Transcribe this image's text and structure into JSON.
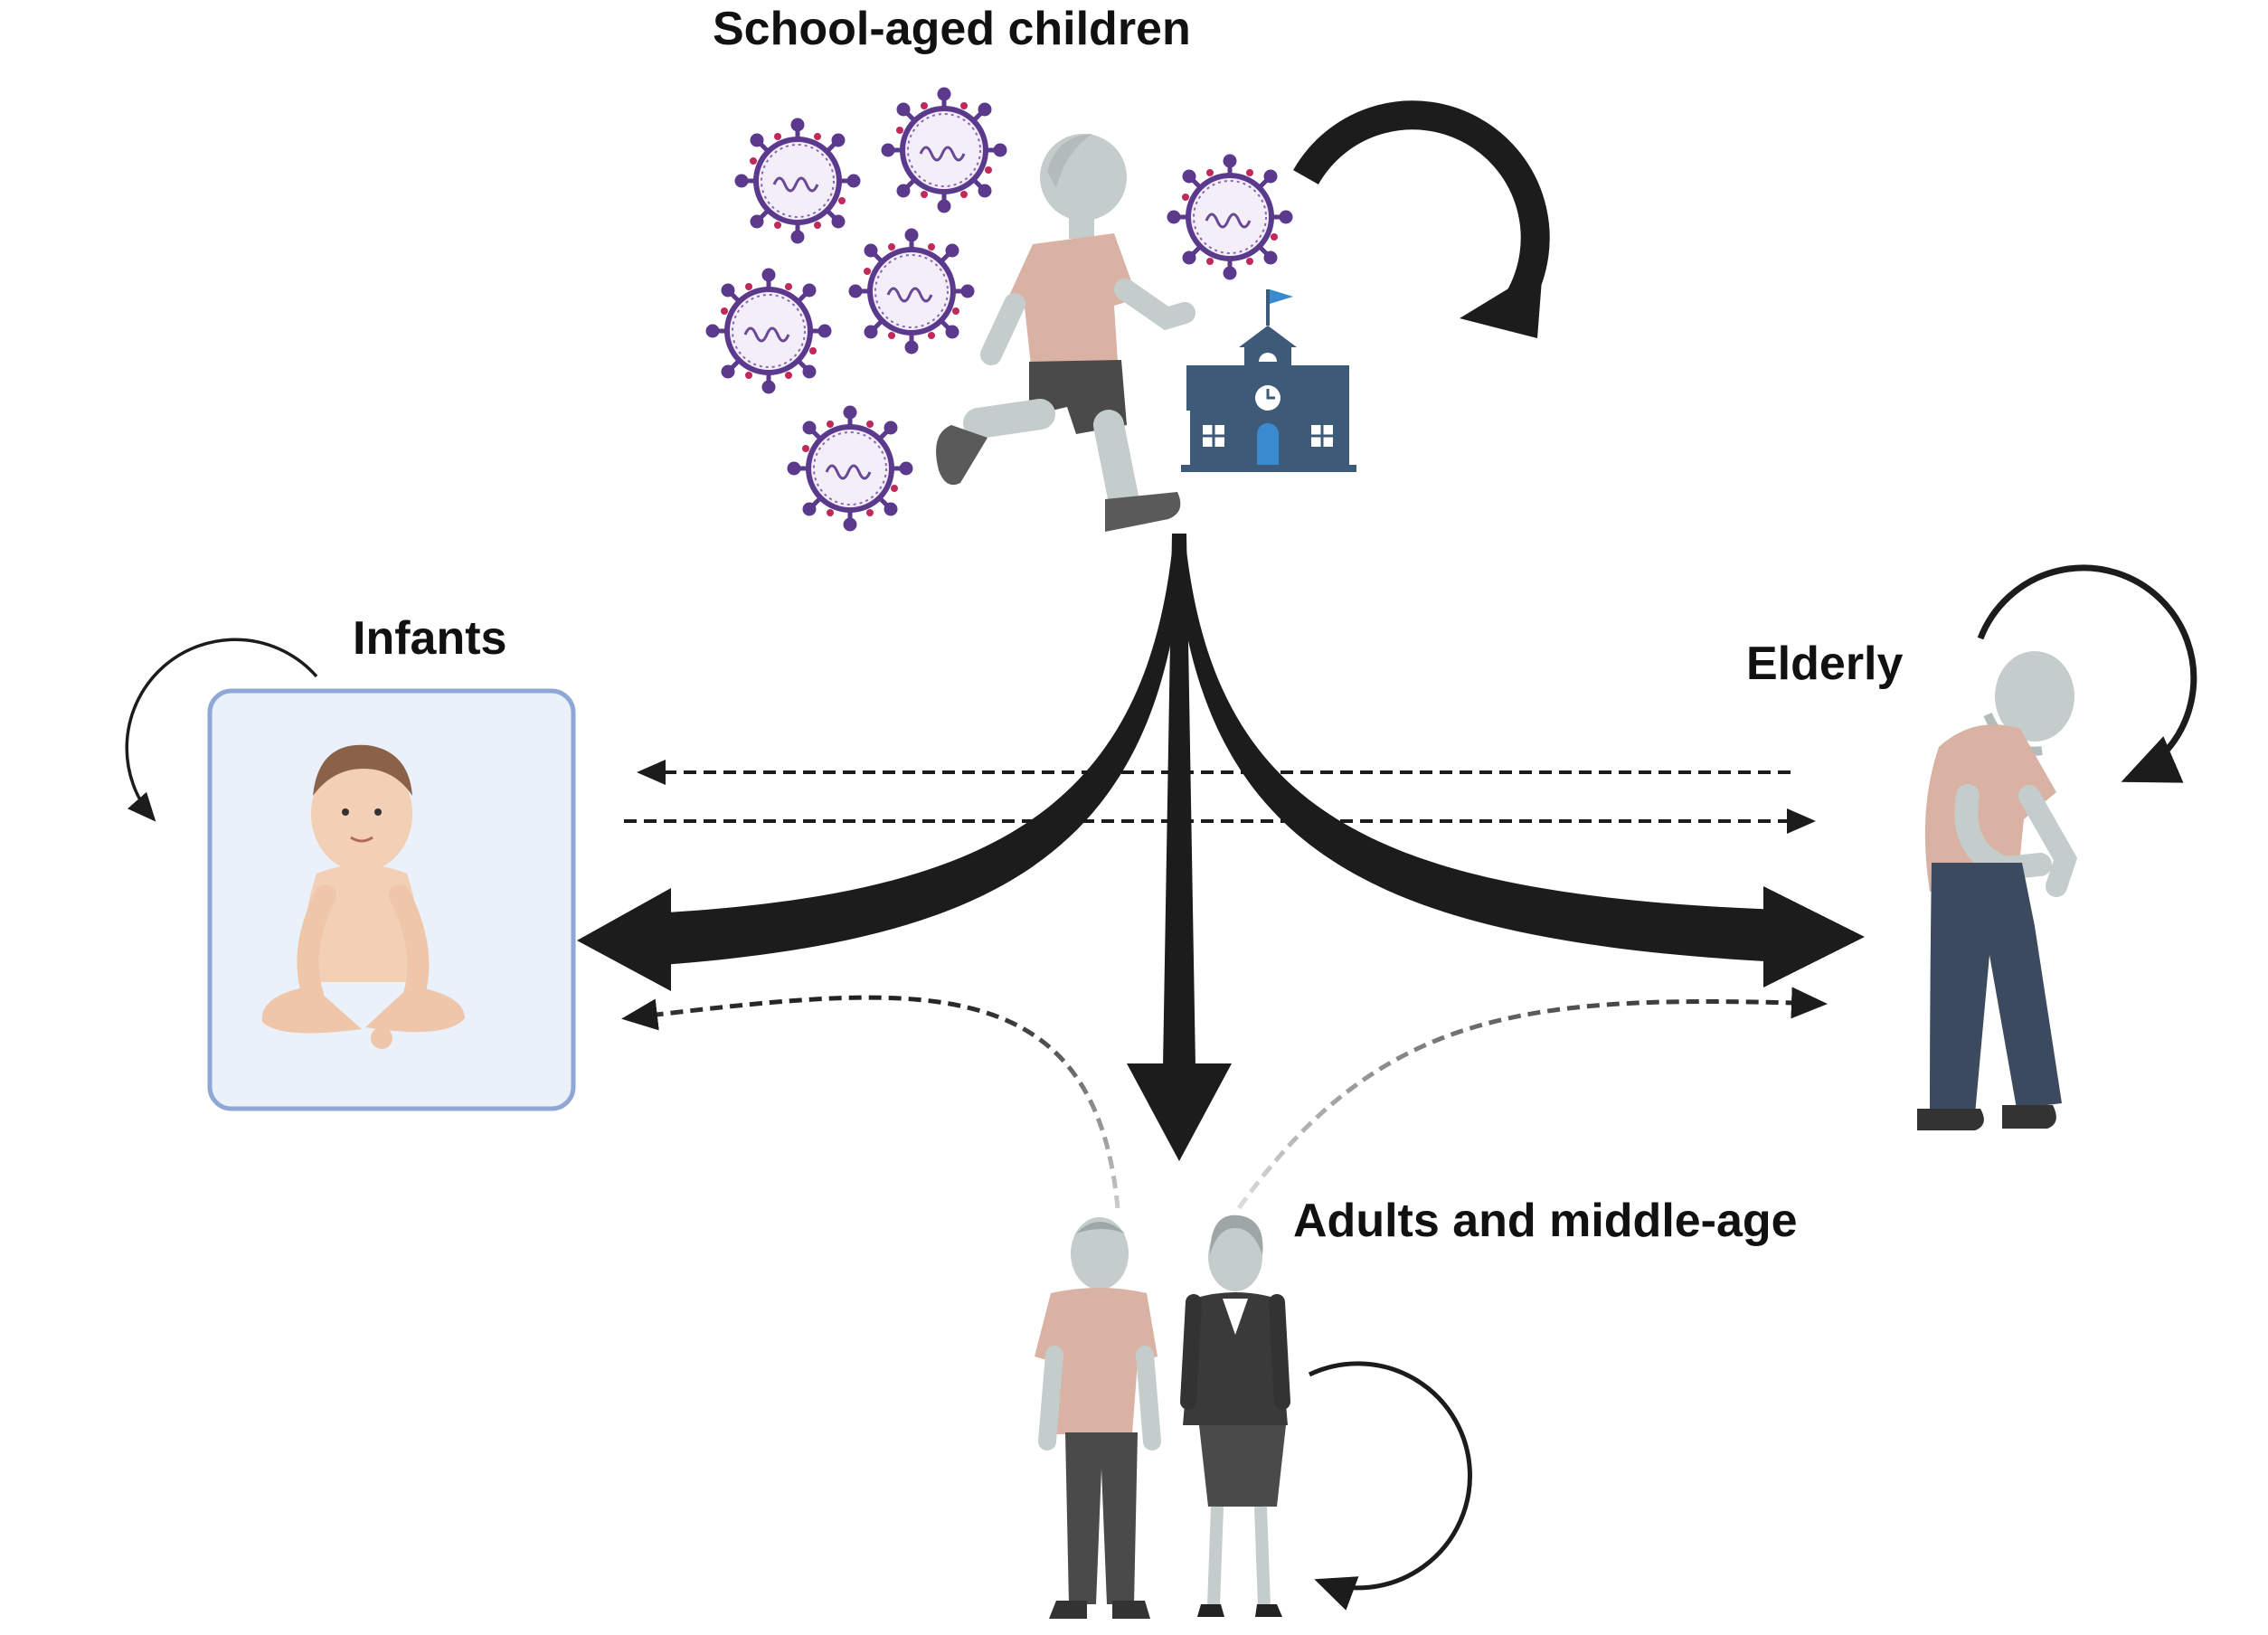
{
  "groups": {
    "school_children": "School-aged children",
    "infants": "Infants",
    "elderly": "Elderly",
    "adults": "Adults and middle-age"
  },
  "colors": {
    "arrow": "#1c1c1c",
    "infant_panel_fill": "#eaf1fb",
    "infant_panel_border": "#8fa7d6",
    "virus_spike": "#5b3a8e",
    "virus_accent": "#c0295a",
    "school": "#3d5a78",
    "shirt": "#d9b2a3",
    "skin_gray": "#c5cdcc",
    "pants_elderly": "#3b4a5e"
  },
  "icons": [
    "virus-icon",
    "running-child-icon",
    "school-building-icon",
    "baby-icon",
    "elderly-person-icon",
    "man-icon",
    "woman-icon"
  ]
}
